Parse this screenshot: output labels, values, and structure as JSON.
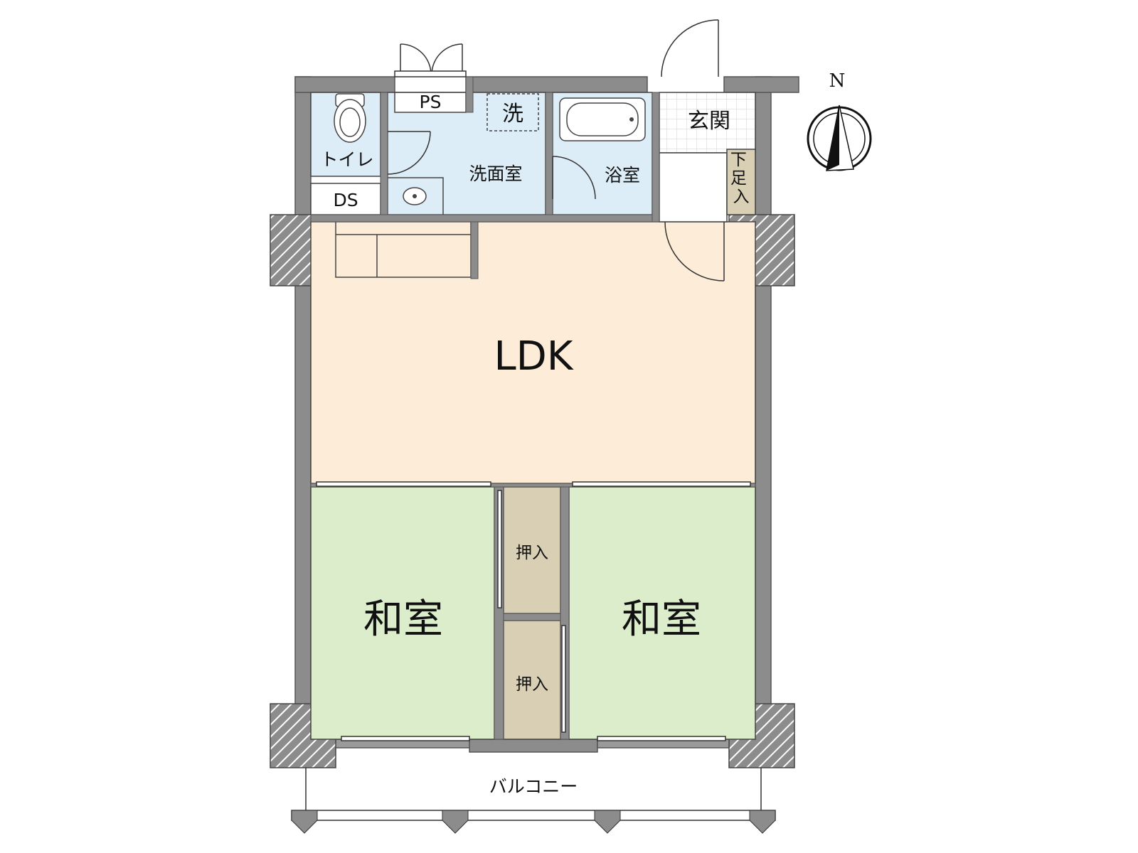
{
  "rooms": {
    "ldk": "LDK",
    "washitsu_left": "和室",
    "washitsu_right": "和室",
    "toilet": "トイレ",
    "ds": "DS",
    "ps": "PS",
    "washer": "洗",
    "washroom": "洗面室",
    "bath": "浴室",
    "entrance": "玄関",
    "shoe_box": "下足入",
    "closet_upper": "押入",
    "closet_lower": "押入",
    "balcony": "バルコニー"
  },
  "compass": {
    "north_label": "N"
  },
  "colors": {
    "wall": "#8c8c8c",
    "wet_area": "#dcedf8",
    "ldk": "#fdecd8",
    "tatami": "#dcedcc",
    "closet": "#d9cfb4",
    "shoe_box": "#d9cfb4",
    "entrance_tile": "#ffffff"
  }
}
